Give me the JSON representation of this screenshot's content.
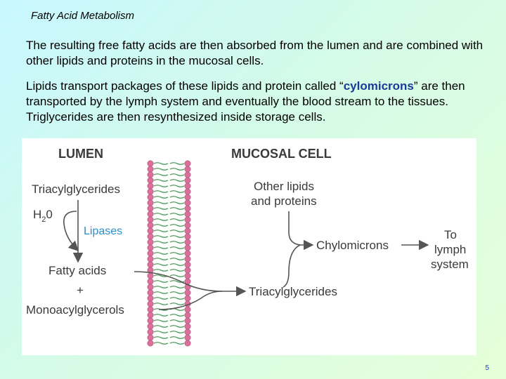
{
  "slide": {
    "title": "Fatty Acid Metabolism",
    "page_number": "5"
  },
  "body": {
    "paragraph1": "The resulting free fatty acids are then absorbed from the lumen and are combined with other lipids and proteins in the mucosal cells.",
    "paragraph2_before": "Lipids transport packages of these lipids and protein called “",
    "paragraph2_highlight": "cylomicrons",
    "paragraph2_after": "” are then transported by the lymph system and eventually the blood stream to the tissues.  Triglycerides are then resynthesized inside storage cells."
  },
  "diagram": {
    "lumen_heading": "LUMEN",
    "mucosal_heading": "MUCOSAL CELL",
    "triacylglycerides_lumen": "Triacylglycerides",
    "water": "H",
    "water_sub": "2",
    "water_o": "0",
    "lipases": "Lipases",
    "fatty_acids": "Fatty acids",
    "plus": "+",
    "monoacylglycerols": "Monoacylglycerols",
    "other_lipids_line1": "Other lipids",
    "other_lipids_line2": "and proteins",
    "chylomicrons": "Chylomicrons",
    "to_lymph_line1": "To",
    "to_lymph_line2": "lymph",
    "to_lymph_line3": "system",
    "triacylglycerides_cell": "Triacylglycerides",
    "colors": {
      "lipase_label": "#2a8fd0",
      "membrane_head": "#d9709a",
      "membrane_tail": "#4a9c5c",
      "arrow": "#555555"
    }
  }
}
